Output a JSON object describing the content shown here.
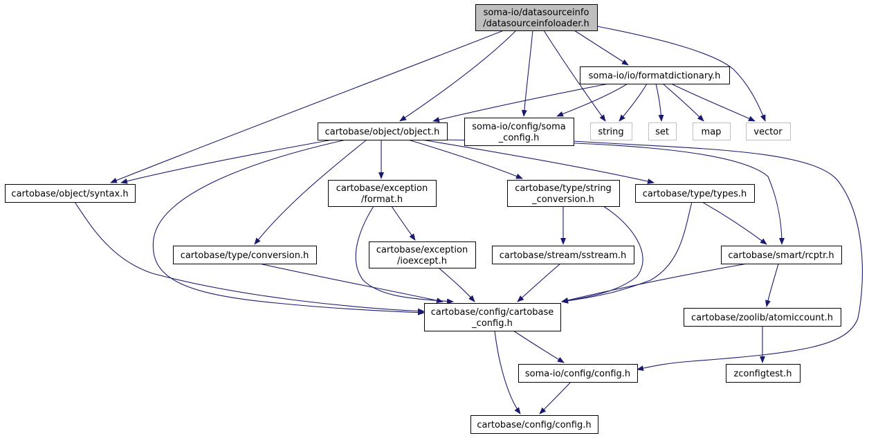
{
  "colors": {
    "edge": "#191970",
    "node_border": "#000000",
    "external_border": "#bfbfbf",
    "root_fill": "#bfbfbf",
    "node_fill": "#ffffff",
    "text": "#000000"
  },
  "nodes": [
    {
      "id": "root",
      "lines": [
        "soma-io/datasourceinfo",
        "/datasourceinfoloader.h"
      ],
      "kind": "root"
    },
    {
      "id": "formatdictionary",
      "lines": [
        "soma-io/io/formatdictionary.h"
      ],
      "kind": "header"
    },
    {
      "id": "object",
      "lines": [
        "cartobase/object/object.h"
      ],
      "kind": "header"
    },
    {
      "id": "soma_config",
      "lines": [
        "soma-io/config/soma",
        "_config.h"
      ],
      "kind": "header"
    },
    {
      "id": "string",
      "lines": [
        "string"
      ],
      "kind": "external"
    },
    {
      "id": "set",
      "lines": [
        "set"
      ],
      "kind": "external"
    },
    {
      "id": "map",
      "lines": [
        "map"
      ],
      "kind": "external"
    },
    {
      "id": "vector",
      "lines": [
        "vector"
      ],
      "kind": "external"
    },
    {
      "id": "syntax",
      "lines": [
        "cartobase/object/syntax.h"
      ],
      "kind": "header"
    },
    {
      "id": "exc_format",
      "lines": [
        "cartobase/exception",
        "/format.h"
      ],
      "kind": "header"
    },
    {
      "id": "string_conv",
      "lines": [
        "cartobase/type/string",
        "_conversion.h"
      ],
      "kind": "header"
    },
    {
      "id": "types",
      "lines": [
        "cartobase/type/types.h"
      ],
      "kind": "header"
    },
    {
      "id": "conversion",
      "lines": [
        "cartobase/type/conversion.h"
      ],
      "kind": "header"
    },
    {
      "id": "ioexcept",
      "lines": [
        "cartobase/exception",
        "/ioexcept.h"
      ],
      "kind": "header"
    },
    {
      "id": "sstream",
      "lines": [
        "cartobase/stream/sstream.h"
      ],
      "kind": "header"
    },
    {
      "id": "rcptr",
      "lines": [
        "cartobase/smart/rcptr.h"
      ],
      "kind": "header"
    },
    {
      "id": "cartobase_config",
      "lines": [
        "cartobase/config/cartobase",
        "_config.h"
      ],
      "kind": "header"
    },
    {
      "id": "atomiccount",
      "lines": [
        "cartobase/zoolib/atomiccount.h"
      ],
      "kind": "header"
    },
    {
      "id": "somaio_config",
      "lines": [
        "soma-io/config/config.h"
      ],
      "kind": "header"
    },
    {
      "id": "zconfigtest",
      "lines": [
        "zconfigtest.h"
      ],
      "kind": "header"
    },
    {
      "id": "cartobase_config_h",
      "lines": [
        "cartobase/config/config.h"
      ],
      "kind": "header"
    }
  ],
  "edges": [
    {
      "from": "root",
      "to": "formatdictionary"
    },
    {
      "from": "root",
      "to": "object"
    },
    {
      "from": "root",
      "to": "soma_config"
    },
    {
      "from": "root",
      "to": "string"
    },
    {
      "from": "root",
      "to": "vector"
    },
    {
      "from": "root",
      "to": "syntax"
    },
    {
      "from": "formatdictionary",
      "to": "object"
    },
    {
      "from": "formatdictionary",
      "to": "soma_config"
    },
    {
      "from": "formatdictionary",
      "to": "string"
    },
    {
      "from": "formatdictionary",
      "to": "set"
    },
    {
      "from": "formatdictionary",
      "to": "map"
    },
    {
      "from": "formatdictionary",
      "to": "vector"
    },
    {
      "from": "object",
      "to": "syntax"
    },
    {
      "from": "object",
      "to": "exc_format"
    },
    {
      "from": "object",
      "to": "string_conv"
    },
    {
      "from": "object",
      "to": "types"
    },
    {
      "from": "object",
      "to": "conversion"
    },
    {
      "from": "object",
      "to": "rcptr"
    },
    {
      "from": "object",
      "to": "cartobase_config"
    },
    {
      "from": "soma_config",
      "to": "somaio_config"
    },
    {
      "from": "syntax",
      "to": "cartobase_config"
    },
    {
      "from": "exc_format",
      "to": "ioexcept"
    },
    {
      "from": "exc_format",
      "to": "cartobase_config"
    },
    {
      "from": "string_conv",
      "to": "sstream"
    },
    {
      "from": "string_conv",
      "to": "cartobase_config"
    },
    {
      "from": "types",
      "to": "rcptr"
    },
    {
      "from": "types",
      "to": "cartobase_config"
    },
    {
      "from": "conversion",
      "to": "cartobase_config"
    },
    {
      "from": "ioexcept",
      "to": "cartobase_config"
    },
    {
      "from": "sstream",
      "to": "cartobase_config"
    },
    {
      "from": "rcptr",
      "to": "cartobase_config"
    },
    {
      "from": "rcptr",
      "to": "atomiccount"
    },
    {
      "from": "cartobase_config",
      "to": "somaio_config"
    },
    {
      "from": "cartobase_config",
      "to": "cartobase_config_h"
    },
    {
      "from": "atomiccount",
      "to": "zconfigtest"
    },
    {
      "from": "somaio_config",
      "to": "cartobase_config_h"
    }
  ]
}
